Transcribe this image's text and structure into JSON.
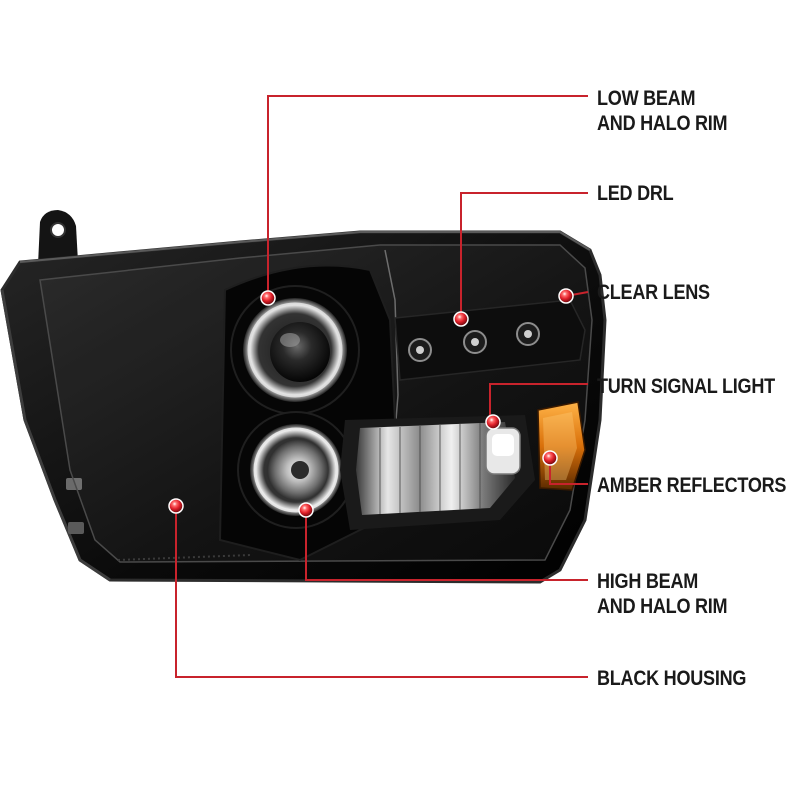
{
  "colors": {
    "leader_line": "#c8232c",
    "dot_red": "#e0202a",
    "housing": "#0b0b0b",
    "label_text": "#1a1a1a"
  },
  "callouts": [
    {
      "id": "low-beam",
      "lines": [
        "LOW BEAM",
        "AND HALO RIM"
      ]
    },
    {
      "id": "led-drl",
      "lines": [
        "LED DRL"
      ]
    },
    {
      "id": "clear-lens",
      "lines": [
        "CLEAR LENS"
      ]
    },
    {
      "id": "turn-signal",
      "lines": [
        "TURN SIGNAL LIGHT"
      ]
    },
    {
      "id": "amber-reflectors",
      "lines": [
        "AMBER REFLECTORS"
      ]
    },
    {
      "id": "high-beam",
      "lines": [
        "HIGH BEAM",
        "AND HALO RIM"
      ]
    },
    {
      "id": "black-housing",
      "lines": [
        "BLACK HOUSING"
      ]
    }
  ]
}
